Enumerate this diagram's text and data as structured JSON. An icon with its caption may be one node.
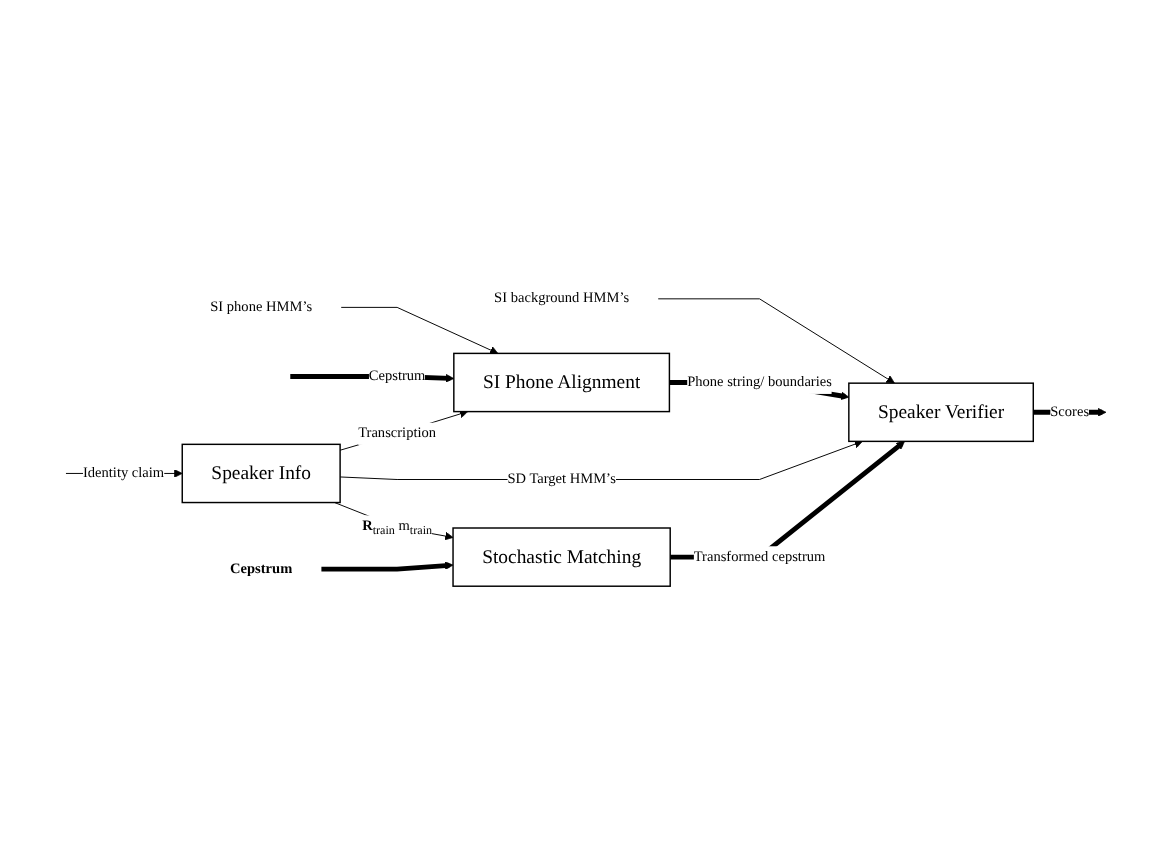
{
  "diagram": {
    "nodes": [
      {
        "text": [
          "SI Phone Alignment"
        ]
      },
      {
        "text": [
          "Speaker Verifier"
        ]
      },
      {
        "text": [
          "Speaker Info"
        ]
      },
      {
        "text": [
          "Stochastic Matching"
        ]
      },
      {
        "text": [
          "SI phone HMM’s"
        ]
      },
      {
        "text": [
          "SI background HMM’s"
        ]
      },
      {
        "text": [
          "Cepstrum"
        ]
      }
    ],
    "edges": [
      {
        "from": 4,
        "to": 0,
        "arrow": "to"
      },
      {
        "from": 5,
        "to": 1,
        "arrow": "to"
      },
      {
        "from": null,
        "to": 0,
        "arrow": "to",
        "label": "Cepstrum",
        "style": "thick"
      },
      {
        "from": 0,
        "to": 1,
        "arrow": "to",
        "label": "Phone string/ boundaries",
        "style": "thick"
      },
      {
        "from": 1,
        "to": null,
        "arrow": "to",
        "label": "Scores",
        "style": "thick"
      },
      {
        "from": 2,
        "to": 0,
        "arrow": "to",
        "label": "Transcription"
      },
      {
        "from": 2,
        "to": 1,
        "arrow": "to",
        "label": "SD Target HMM’s"
      },
      {
        "from": null,
        "to": 2,
        "arrow": "to",
        "label": "Identity claim"
      },
      {
        "from": 2,
        "to": 3,
        "arrow": "to",
        "label": "**R**$_{train}$ m$_{train}$"
      },
      {
        "from": 3,
        "to": 1,
        "arrow": "to",
        "label": "Transformed cepstrum",
        "style": "thick"
      },
      {
        "from": 6,
        "to": 3,
        "arrow": "to",
        "style": "thick"
      }
    ]
  }
}
